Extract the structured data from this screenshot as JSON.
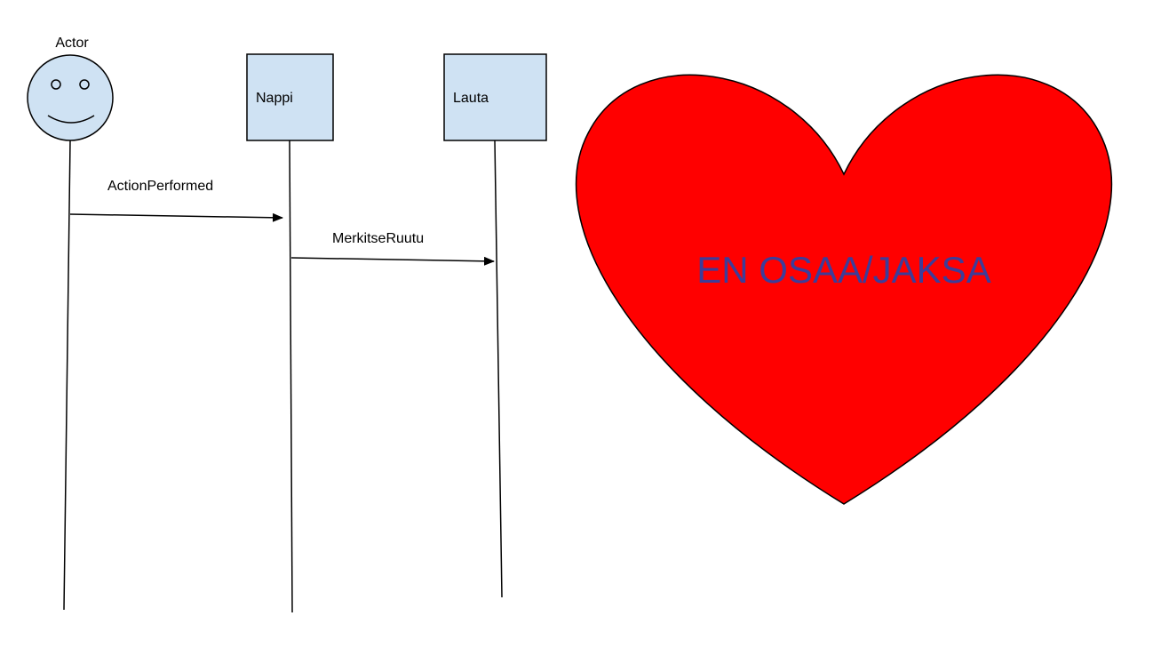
{
  "actor": {
    "label": "Actor",
    "fill": "#cfe2f3"
  },
  "participants": [
    {
      "label": "Nappi",
      "fill": "#cfe2f3"
    },
    {
      "label": "Lauta",
      "fill": "#cfe2f3"
    }
  ],
  "messages": [
    {
      "label": "ActionPerformed"
    },
    {
      "label": "MerkitseRuutu"
    }
  ],
  "heart": {
    "text": "EN OSAA/JAKSA",
    "fill": "#ff0000",
    "text_color": "#3d3d99"
  }
}
